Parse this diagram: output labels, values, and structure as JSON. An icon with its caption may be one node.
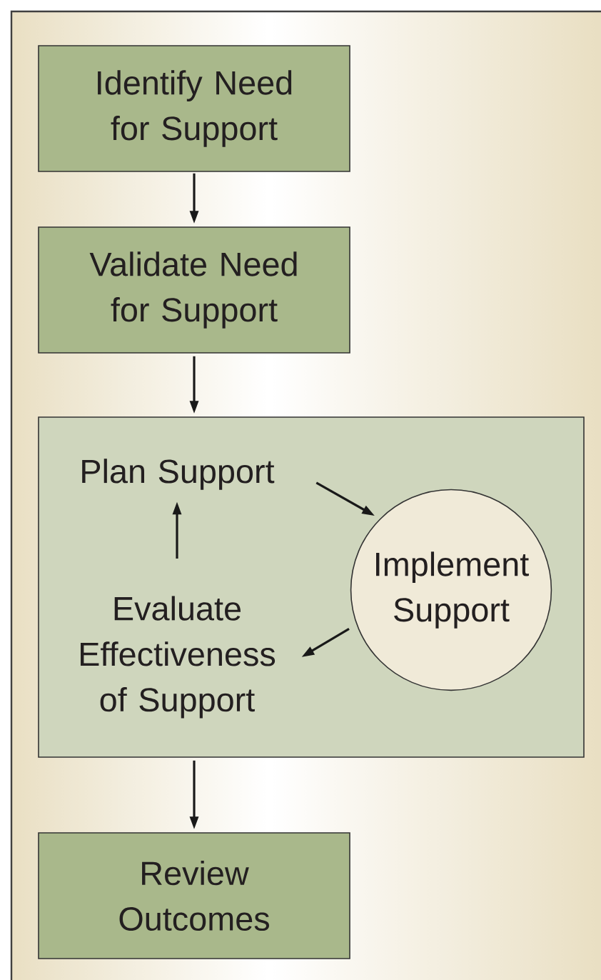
{
  "diagram": {
    "nodes": [
      {
        "text": [
          "Identify Need for Support"
        ]
      },
      {
        "text": [
          "Validate Need for Support"
        ]
      },
      {
        "text": [],
        "shape": "box"
      },
      {
        "text": [
          "Plan Support"
        ],
        "in": 2
      },
      {
        "text": [
          "Implement Support"
        ],
        "in": 2
      },
      {
        "text": [
          "Evaluate Effectiveness of Support"
        ],
        "in": 2
      },
      {
        "text": [
          "Review Outcomes"
        ]
      }
    ],
    "edges": [
      {
        "from": 0,
        "to": 1,
        "arrow": "to"
      },
      {
        "from": 1,
        "to": 2,
        "arrow": "to"
      },
      {
        "from": 3,
        "to": 4,
        "arrow": "to"
      },
      {
        "from": 4,
        "to": 5,
        "arrow": "to"
      },
      {
        "from": 5,
        "to": 3,
        "arrow": "to"
      },
      {
        "from": 2,
        "to": 6,
        "arrow": "to"
      }
    ]
  }
}
